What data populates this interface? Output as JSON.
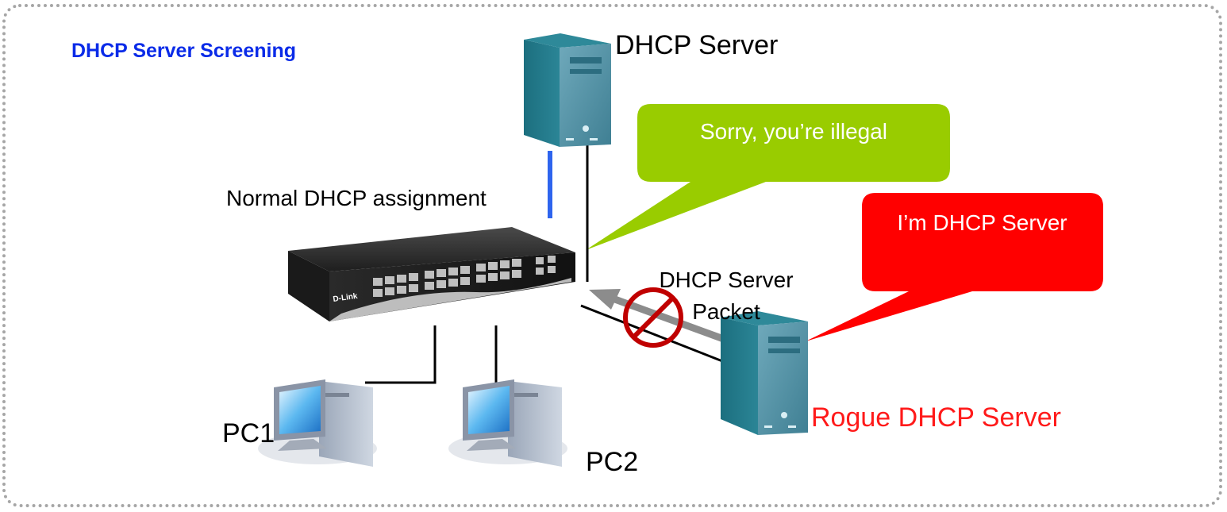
{
  "title": "DHCP Server Screening",
  "nodes": {
    "dhcp_server": "DHCP Server",
    "rogue_server": "Rogue DHCP Server",
    "pc1": "PC1",
    "pc2": "PC2",
    "switch_brand": "D-Link"
  },
  "edges": {
    "normal_assignment": "Normal DHCP assignment",
    "rogue_packet": "DHCP Server Packet"
  },
  "callouts": {
    "switch_reply": "Sorry, you’re illegal",
    "rogue_claim": "I’m DHCP Server"
  },
  "colors": {
    "title": "#0a2be8",
    "normal_link": "#2e64ee",
    "green_callout": "#99cc00",
    "red_callout": "#ff0000",
    "rogue_label": "#ff1a1a",
    "blocked_sign": "#c00000",
    "packet_arrow": "#8c8c8c",
    "server_body": "#4d8fa3"
  },
  "icons": [
    "server-icon",
    "switch-icon",
    "pc-icon",
    "prohibited-icon"
  ]
}
